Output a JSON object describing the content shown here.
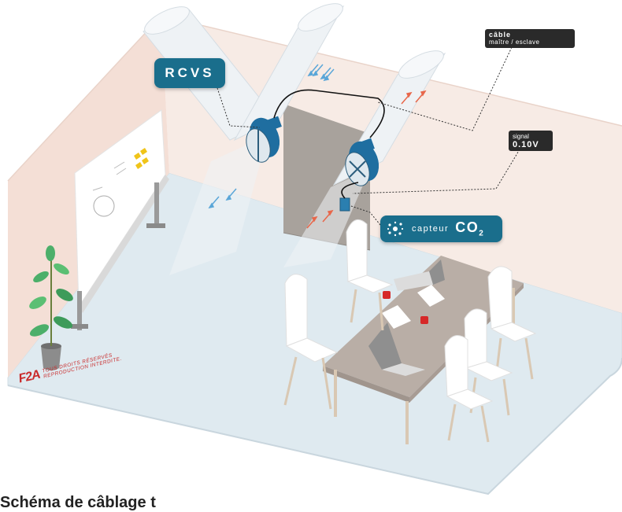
{
  "labels": {
    "rcvs": "RCVS",
    "cable_title": "câble",
    "cable_sub": "maître / esclave",
    "signal_title": "signal",
    "signal_value": "0.10V",
    "sensor_prefix": "capteur",
    "sensor_main": "CO",
    "sensor_sub": "2"
  },
  "copyright": {
    "logo": "F2A",
    "line1": "TOUS DROITS RÉSERVÉS",
    "line2": "REPRODUCTION INTERDITE."
  },
  "caption": "Schéma de câblage                                   t",
  "colors": {
    "label_bg": "#1a6e8c",
    "tag_bg": "#2a2a2a",
    "supply_arrow": "#e8674a",
    "extract_arrow": "#5aa6d8",
    "wall": "#f6e8e2",
    "floor": "#dde9ef"
  }
}
